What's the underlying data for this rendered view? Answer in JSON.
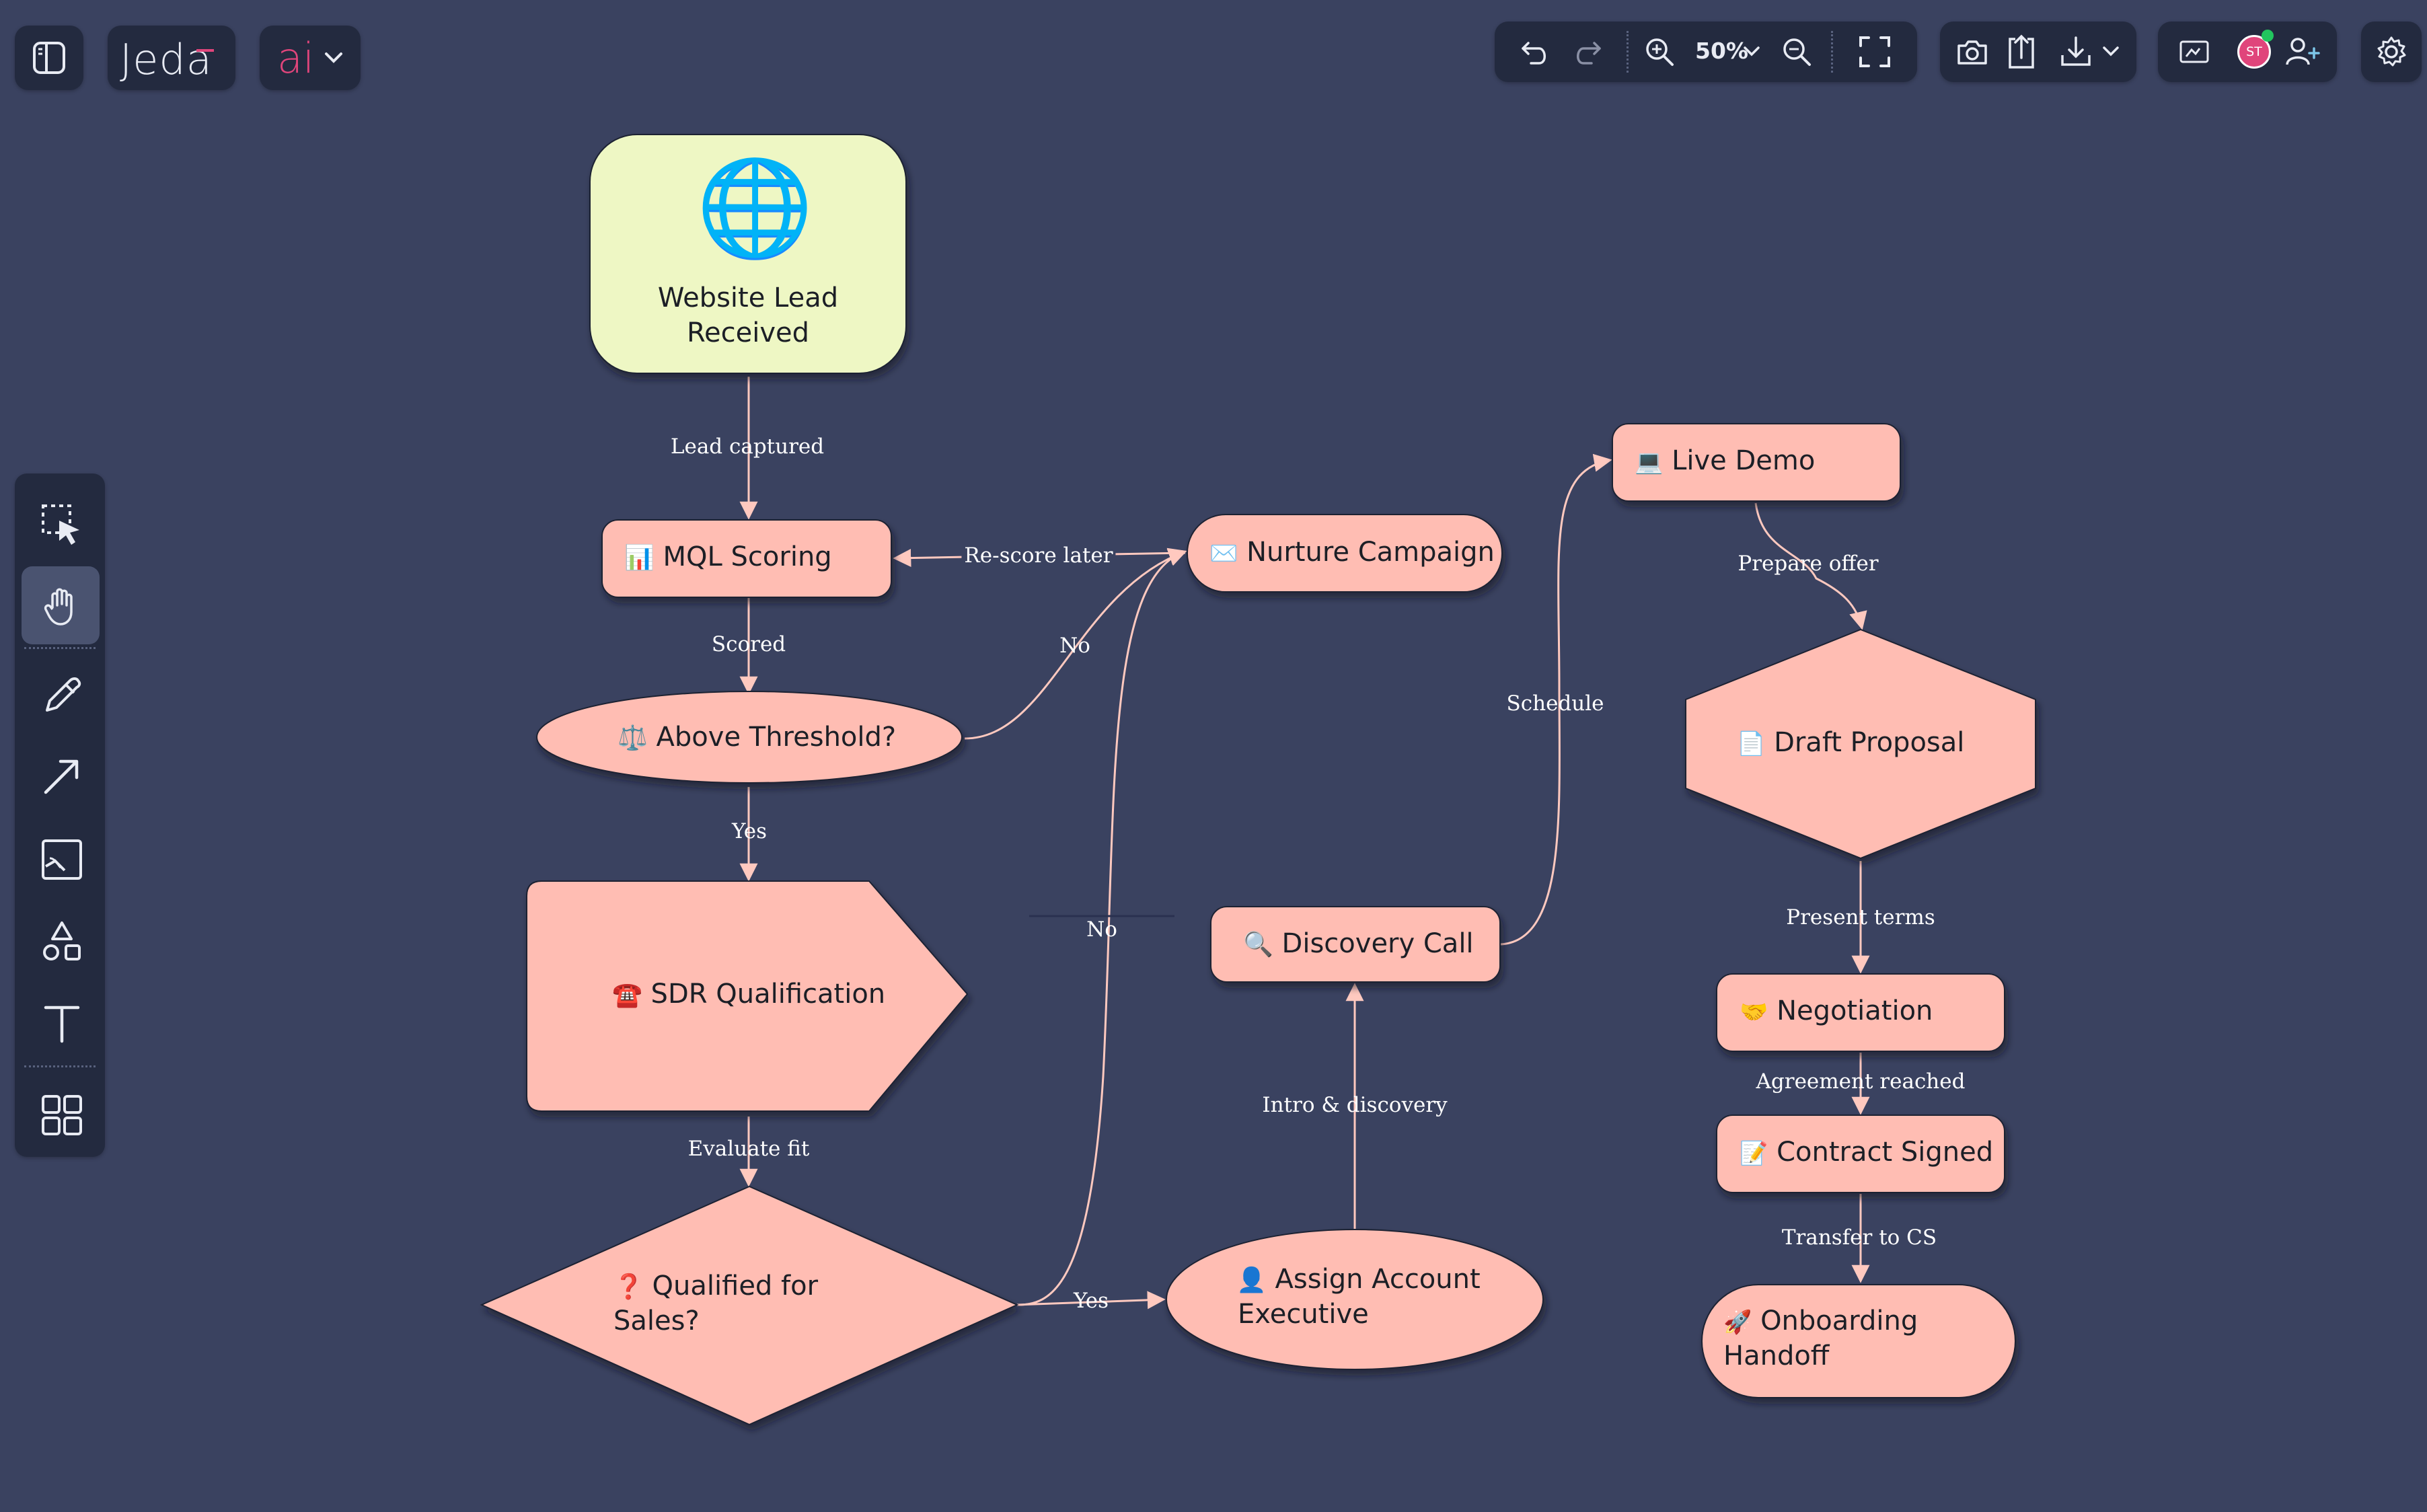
{
  "app": {
    "logo_text": "Jeda",
    "ai_label": "ai",
    "zoom": "50%",
    "avatar_initials": "ST",
    "colors": {
      "canvas": "#3a4260",
      "panel": "#232a3f",
      "node_fill": "#ffbdb3",
      "start_fill": "#eef7c4",
      "edge": "#ffc9bf",
      "accent": "#e0457b",
      "online": "#22c55e"
    }
  },
  "toolbar": {
    "icons": [
      "sidebar-toggle-icon",
      "undo-icon",
      "redo-icon",
      "zoom-in-icon",
      "chevron-down-icon",
      "zoom-out-icon",
      "fit-screen-icon",
      "camera-icon",
      "share-export-icon",
      "download-icon",
      "present-icon",
      "add-user-icon",
      "settings-icon"
    ]
  },
  "left_tools": [
    "select-area-icon",
    "hand-icon",
    "pencil-icon",
    "arrow-icon",
    "image-icon",
    "shapes-icon",
    "text-icon",
    "grid-icon"
  ],
  "nodes": {
    "website_lead": {
      "icon": "🌐",
      "line1": "Website Lead",
      "line2": "Received"
    },
    "mql_scoring": {
      "icon": "📊",
      "text": "MQL Scoring"
    },
    "above_threshold": {
      "icon": "⚖️",
      "text": "Above Threshold?"
    },
    "sdr_qualification": {
      "icon": "☎️",
      "text": "SDR Qualification"
    },
    "qualified_for_sales": {
      "icon": "❓",
      "line1": "Qualified for",
      "line2": "Sales?"
    },
    "nurture_campaign": {
      "icon": "✉️",
      "text": "Nurture Campaign"
    },
    "discovery_call": {
      "icon": "🔍",
      "text": "Discovery Call"
    },
    "assign_ae": {
      "icon": "👤",
      "line1": "Assign Account",
      "line2": "Executive"
    },
    "live_demo": {
      "icon": "💻",
      "text": "Live Demo"
    },
    "draft_proposal": {
      "icon": "📄",
      "text": "Draft Proposal"
    },
    "negotiation": {
      "icon": "🤝",
      "text": "Negotiation"
    },
    "contract_signed": {
      "icon": "📝",
      "text": "Contract Signed"
    },
    "onboarding": {
      "icon": "🚀",
      "line1": "Onboarding",
      "line2": "Handoff"
    }
  },
  "edges": {
    "lead_captured": "Lead captured",
    "scored": "Scored",
    "yes_threshold": "Yes",
    "evaluate_fit": "Evaluate fit",
    "yes_qualified": "Yes",
    "no_threshold": "No",
    "no_qualified": "No",
    "rescore_later": "Re-score later",
    "intro_discovery": "Intro & discovery",
    "schedule": "Schedule",
    "prepare_offer": "Prepare offer",
    "present_terms": "Present terms",
    "agreement_reached": "Agreement reached",
    "transfer_to_cs": "Transfer to CS"
  }
}
